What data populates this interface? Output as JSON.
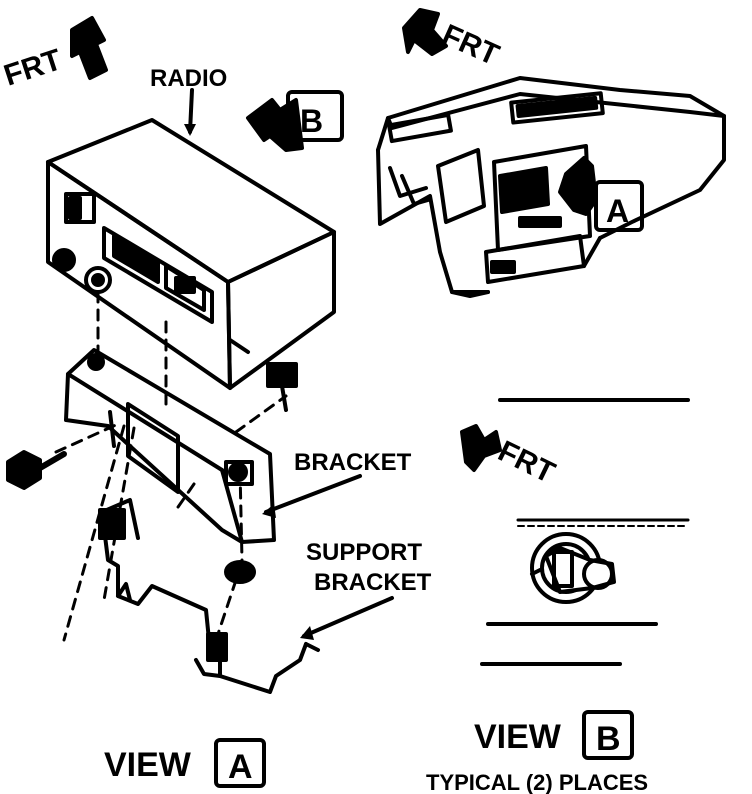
{
  "labels": {
    "frt_top_left": "FRT",
    "frt_top_right": "FRT",
    "frt_view_b": "FRT",
    "radio": "RADIO",
    "bracket": "BRACKET",
    "support_line1": "SUPPORT",
    "support_line2": "BRACKET",
    "view_a_word": "VIEW",
    "view_a_letter": "A",
    "view_b_word": "VIEW",
    "view_b_letter": "B",
    "typical": "TYPICAL (2) PLACES",
    "callout_a": "A",
    "callout_b": "B"
  }
}
